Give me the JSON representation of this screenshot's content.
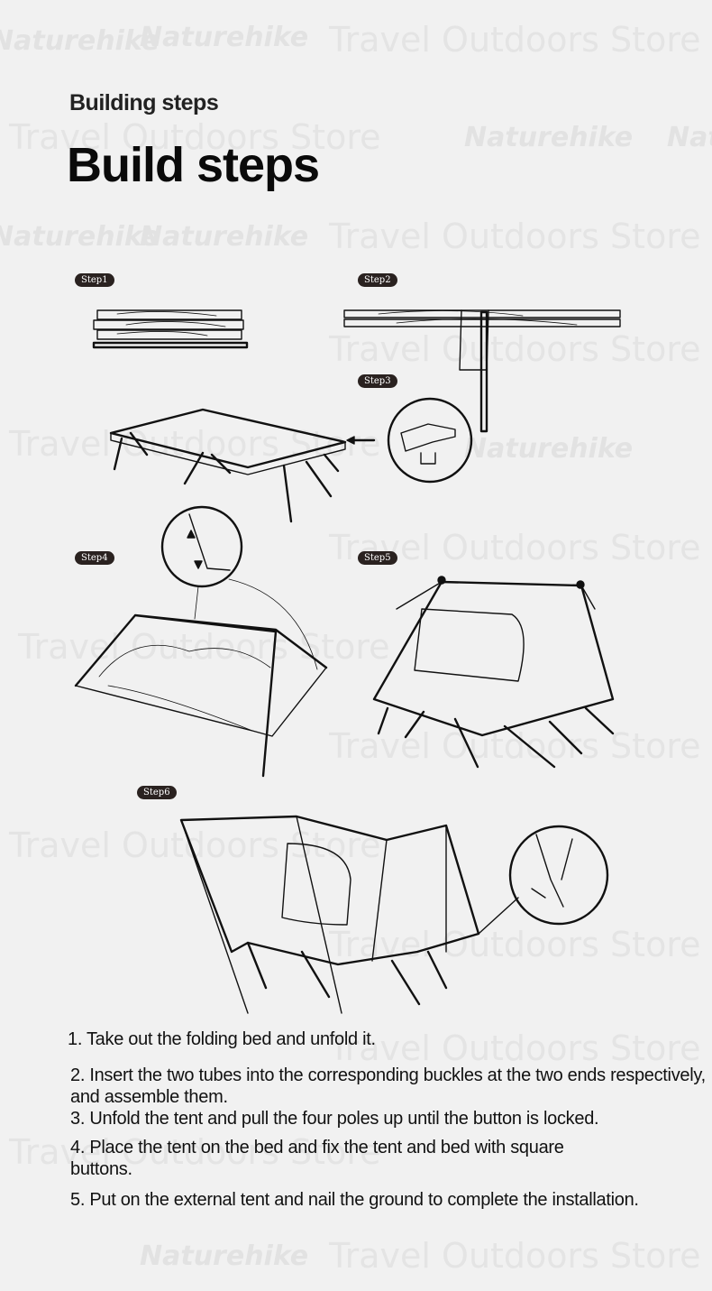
{
  "header": {
    "subtitle": "Building steps",
    "title": "Build steps"
  },
  "watermark": {
    "store_text": "Travel Outdoors Store",
    "logo_text": "Naturehike"
  },
  "steps": [
    {
      "label": "Step1"
    },
    {
      "label": "Step2"
    },
    {
      "label": "Step3"
    },
    {
      "label": "Step4"
    },
    {
      "label": "Step5"
    },
    {
      "label": "Step6"
    }
  ],
  "instructions": [
    {
      "text": "1. Take out the folding bed and unfold it."
    },
    {
      "text": "2. Insert the two tubes into the corresponding buckles at the two ends respectively, and assemble them."
    },
    {
      "text": "3. Unfold the tent and pull the four poles up until the button is locked."
    },
    {
      "text": "4. Place the tent on the bed and fix the tent and bed with square buttons."
    },
    {
      "text": "5. Put on the external tent and nail the ground to complete the installation."
    }
  ]
}
